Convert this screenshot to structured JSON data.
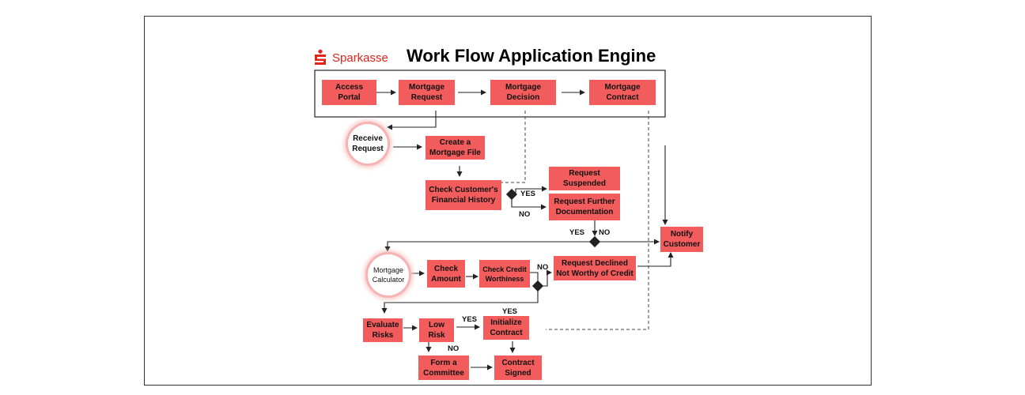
{
  "brand": {
    "name": "Sparkasse",
    "color": "#e2231a"
  },
  "title": "Work Flow Application Engine",
  "colors": {
    "box": "#f25c5c",
    "line": "#222222",
    "circle_glow": "#f7b3b3"
  },
  "portal_steps": {
    "access_portal": [
      "Access",
      "Portal"
    ],
    "mortgage_request": [
      "Mortgage",
      "Request"
    ],
    "mortgage_decision": [
      "Mortgage",
      "Decision"
    ],
    "mortgage_contract": [
      "Mortgage",
      "Contract"
    ]
  },
  "nodes": {
    "receive_request": [
      "Receive",
      "Request"
    ],
    "create_file": [
      "Create a",
      "Mortgage File"
    ],
    "check_history": [
      "Check Customer's",
      "Financial History"
    ],
    "request_suspended": [
      "Request",
      "Suspended"
    ],
    "request_documentation": [
      "Request Further",
      "Documentation"
    ],
    "notify_customer": [
      "Notify",
      "Customer"
    ],
    "mortgage_calculator": [
      "Mortgage",
      "Calculator"
    ],
    "check_amount": [
      "Check",
      "Amount"
    ],
    "check_credit": [
      "Check Credit",
      "Worthiness"
    ],
    "request_declined": [
      "Request Declined",
      "Not Worthy of Credit"
    ],
    "evaluate_risks": [
      "Evaluate",
      "Risks"
    ],
    "low_risk": [
      "Low",
      "Risk"
    ],
    "initialize_contract": [
      "Initialize",
      "Contract"
    ],
    "form_committee": [
      "Form a",
      "Committee"
    ],
    "contract_signed": [
      "Contract",
      "Signed"
    ]
  },
  "decision_labels": {
    "history_yes": "YES",
    "history_no": "NO",
    "doc_yes": "YES",
    "doc_no": "NO",
    "credit_no": "NO",
    "risk_yes": "YES",
    "contract_yes": "YES",
    "risk_no": "NO"
  }
}
